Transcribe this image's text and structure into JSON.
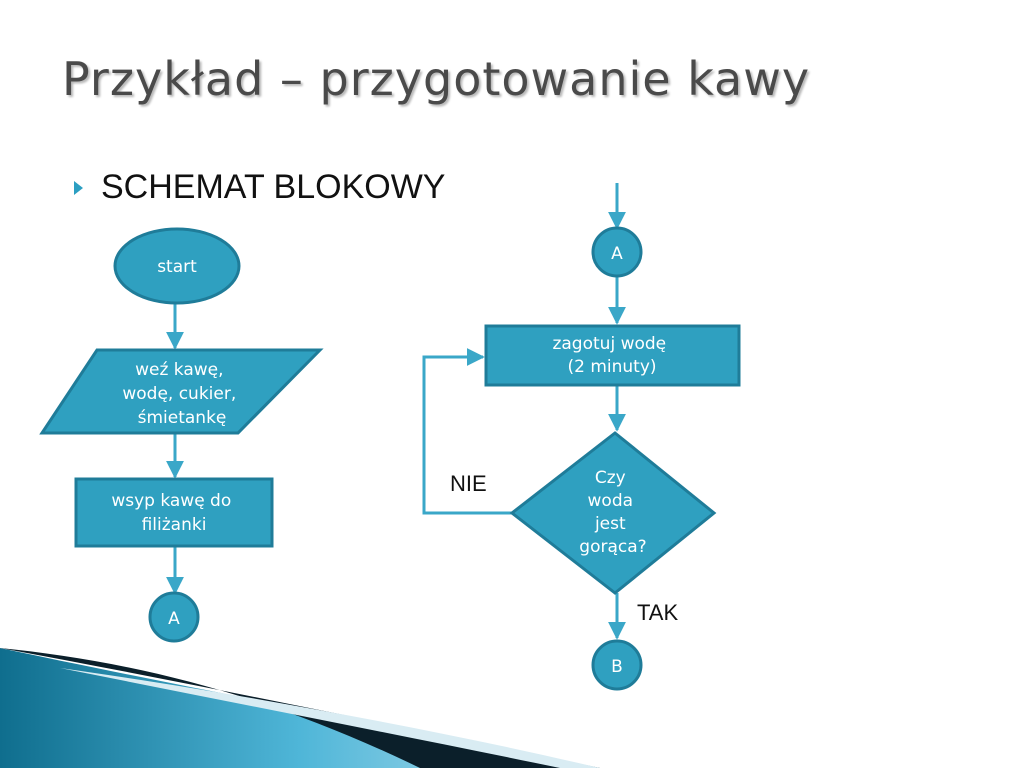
{
  "slide": {
    "title": "Przykład – przygotowanie kawy",
    "bullet": "SCHEMAT BLOKOWY"
  },
  "colors": {
    "fill": "#2fa0c0",
    "stroke": "#1f7c99",
    "line": "#3aa7c8",
    "title": "#4a4a4a",
    "bullet": "#2c9fc2"
  },
  "flowchart": {
    "start": {
      "label": "start"
    },
    "input": {
      "lines": [
        "weź kawę,",
        "wodę, cukier,",
        "śmietankę"
      ]
    },
    "pour": {
      "lines": [
        "wsyp kawę do",
        "filiżanki"
      ]
    },
    "connector_a_out": {
      "label": "A"
    },
    "connector_a_in": {
      "label": "A"
    },
    "boil": {
      "lines": [
        "zagotuj wodę",
        "(2 minuty)"
      ]
    },
    "decision": {
      "lines": [
        "Czy",
        "woda",
        "jest",
        "gorąca?"
      ]
    },
    "connector_b": {
      "label": "B"
    },
    "label_no": "NIE",
    "label_yes": "TAK"
  }
}
